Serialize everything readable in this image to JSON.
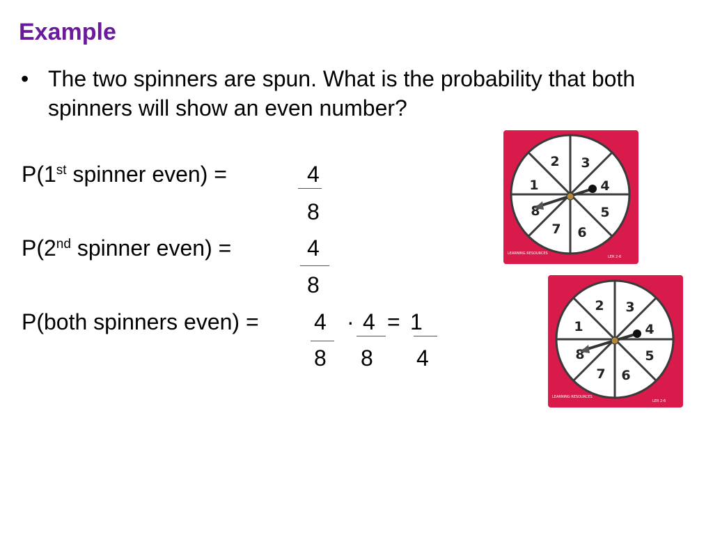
{
  "slide": {
    "title": "Example",
    "bullet": {
      "marker": "•",
      "text": "The two spinners are spun.  What is the probability that both spinners will show an even number?"
    },
    "lines": [
      {
        "prefix": "P(1",
        "sup": "st",
        "suffix": " spinner even) =",
        "numerator": "4",
        "denominator": "8"
      },
      {
        "prefix": "P(2",
        "sup": "nd",
        "suffix": " spinner even) =",
        "numerator": "4",
        "denominator": "8"
      }
    ],
    "both": {
      "label": "P(both spinners even) =",
      "frac1_num": "4",
      "dot": "·",
      "frac2_num": "4",
      "equals": "=",
      "result_num": "1",
      "frac1_den": "8",
      "frac2_den": "8",
      "result_den": "4"
    }
  },
  "spinners": [
    {
      "numbers": [
        "1",
        "2",
        "3",
        "4",
        "5",
        "6",
        "7",
        "8"
      ],
      "brand": "LEARNING RESOURCES",
      "code": "LER 2-6"
    },
    {
      "numbers": [
        "1",
        "2",
        "3",
        "4",
        "5",
        "6",
        "7",
        "8"
      ],
      "brand": "LEARNING RESOURCES",
      "code": "LER 2-6"
    }
  ],
  "colors": {
    "title": "#6a1b9a",
    "spinner_board": "#d81b4a",
    "spinner_face": "#ffffff"
  },
  "icons": [
    "spinner-image",
    "spinner-arrow-icon"
  ]
}
